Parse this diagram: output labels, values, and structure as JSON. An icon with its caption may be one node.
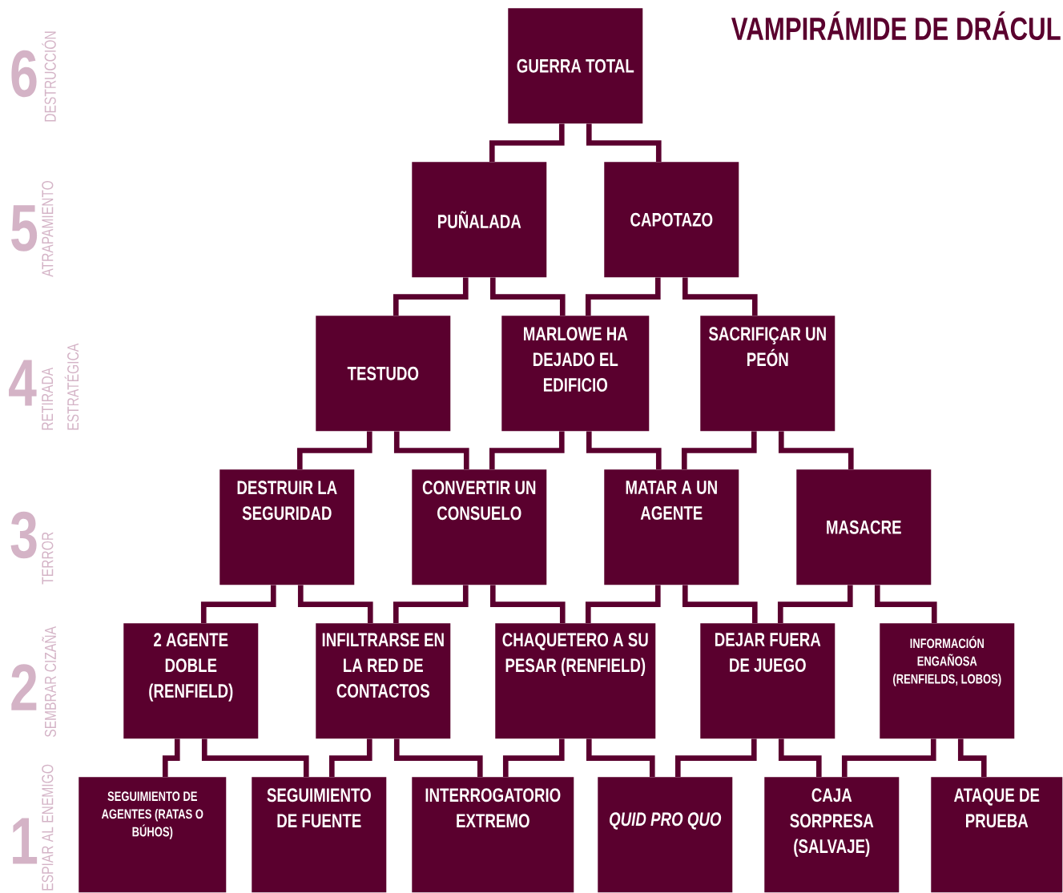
{
  "diagram": {
    "title": "VAMPIRÁMIDE DE DRÁCUL",
    "nodes": [
      {
        "text": [
          "GUERRA TOTAL"
        ]
      },
      {
        "text": [
          "PUÑALADA"
        ]
      },
      {
        "text": [
          "CAPOTAZO"
        ]
      },
      {
        "text": [
          "TESTUDO"
        ]
      },
      {
        "text": [
          "MARLOWE HA DEJADO EL EDIFICIO"
        ]
      },
      {
        "text": [
          "SACRIFIÇAR UN PEÓN"
        ]
      },
      {
        "text": [
          "DESTRUIR LA SEGURIDAD"
        ]
      },
      {
        "text": [
          "CONVERTIR UN CONSUELO"
        ]
      },
      {
        "text": [
          "MATAR A UN AGENTE"
        ]
      },
      {
        "text": [
          "MASACRE"
        ]
      },
      {
        "text": [
          "2 AGENTE DOBLE (RENFIELD)"
        ]
      },
      {
        "text": [
          "INFILTRARSE EN LA RED DE CONTACTOS"
        ]
      },
      {
        "text": [
          "CHAQUETERO A SU PESAR (RENFIELD)"
        ]
      },
      {
        "text": [
          "DEJAR FUERA DE JUEGO"
        ]
      },
      {
        "text": [
          "INFORMACIÓN ENGAÑOSA (RENFIELDS, LOBOS)"
        ]
      },
      {
        "text": [
          "SEGUIMIENTO DE AGENTES (RATAS O BÚHOS)"
        ]
      },
      {
        "text": [
          "SEGUIMIENTO DE FUENTE"
        ]
      },
      {
        "text": [
          "INTERROGATORIO EXTREMO"
        ]
      },
      {
        "text": [
          "QUID PRO QUO"
        ]
      },
      {
        "text": [
          "CAJA SORPRESA (SALVAJE)"
        ]
      },
      {
        "text": [
          "ATAQUE DE PRUEBA"
        ]
      }
    ],
    "edges": [
      {
        "from": 0,
        "to": 1,
        "arrow": "none"
      },
      {
        "from": 0,
        "to": 2,
        "arrow": "none"
      },
      {
        "from": 1,
        "to": 3,
        "arrow": "none"
      },
      {
        "from": 1,
        "to": 4,
        "arrow": "none"
      },
      {
        "from": 2,
        "to": 4,
        "arrow": "none"
      },
      {
        "from": 2,
        "to": 5,
        "arrow": "none"
      },
      {
        "from": 3,
        "to": 6,
        "arrow": "none"
      },
      {
        "from": 3,
        "to": 7,
        "arrow": "none"
      },
      {
        "from": 4,
        "to": 7,
        "arrow": "none"
      },
      {
        "from": 4,
        "to": 8,
        "arrow": "none"
      },
      {
        "from": 5,
        "to": 8,
        "arrow": "none"
      },
      {
        "from": 5,
        "to": 9,
        "arrow": "none"
      },
      {
        "from": 6,
        "to": 10,
        "arrow": "none"
      },
      {
        "from": 6,
        "to": 11,
        "arrow": "none"
      },
      {
        "from": 7,
        "to": 11,
        "arrow": "none"
      },
      {
        "from": 7,
        "to": 12,
        "arrow": "none"
      },
      {
        "from": 8,
        "to": 12,
        "arrow": "none"
      },
      {
        "from": 8,
        "to": 13,
        "arrow": "none"
      },
      {
        "from": 9,
        "to": 13,
        "arrow": "none"
      },
      {
        "from": 9,
        "to": 14,
        "arrow": "none"
      },
      {
        "from": 10,
        "to": 15,
        "arrow": "none"
      },
      {
        "from": 10,
        "to": 16,
        "arrow": "none"
      },
      {
        "from": 11,
        "to": 16,
        "arrow": "none"
      },
      {
        "from": 11,
        "to": 17,
        "arrow": "none"
      },
      {
        "from": 12,
        "to": 17,
        "arrow": "none"
      },
      {
        "from": 12,
        "to": 18,
        "arrow": "none"
      },
      {
        "from": 13,
        "to": 18,
        "arrow": "none"
      },
      {
        "from": 13,
        "to": 19,
        "arrow": "none"
      },
      {
        "from": 14,
        "to": 19,
        "arrow": "none"
      },
      {
        "from": 14,
        "to": 20,
        "arrow": "none"
      }
    ],
    "labels": [
      "6",
      "DESTRUCCIÓN",
      "5",
      "ATRAPAMIENTO",
      "4",
      "RETIRADA ESTRATÉGICA",
      "3",
      "TERROR",
      "2",
      "SEMBRAR CIZAÑA",
      "1",
      "ESPIAR AL ENEMIGO"
    ]
  }
}
